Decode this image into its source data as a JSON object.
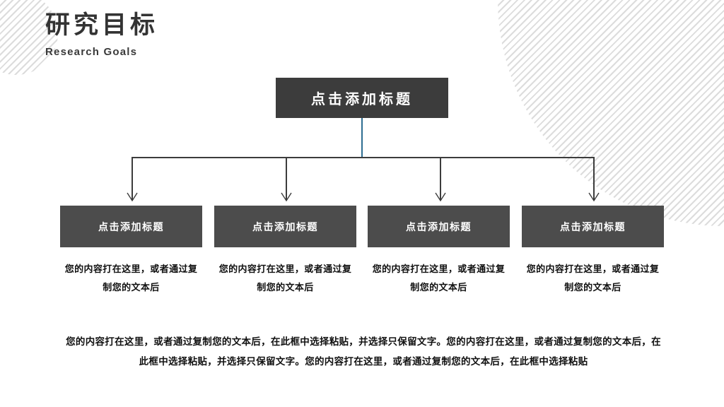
{
  "header": {
    "title": "研究目标",
    "subtitle": "Research Goals"
  },
  "theme": {
    "root_box_color": "#3c3c3c",
    "child_box_color": "#4c4c4c",
    "connector_vertical_color": "#2e6e92",
    "connector_line_color": "#3c3c3c",
    "text_on_dark": "#ffffff",
    "body_text_color": "#111111",
    "stripe_color": "#dcdcdc",
    "background": "#ffffff"
  },
  "diagram": {
    "type": "tree",
    "root": {
      "label": "点击添加标题"
    },
    "children": [
      {
        "label": "点击添加标题",
        "description": "您的内容打在这里，或者通过复制您的文本后"
      },
      {
        "label": "点击添加标题",
        "description": "您的内容打在这里，或者通过复制您的文本后"
      },
      {
        "label": "点击添加标题",
        "description": "您的内容打在这里，或者通过复制您的文本后"
      },
      {
        "label": "点击添加标题",
        "description": "您的内容打在这里，或者通过复制您的文本后"
      }
    ]
  },
  "footer": {
    "paragraph": "您的内容打在这里，或者通过复制您的文本后，在此框中选择粘贴，并选择只保留文字。您的内容打在这里，或者通过复制您的文本后，在此框中选择粘贴，并选择只保留文字。您的内容打在这里，或者通过复制您的文本后，在此框中选择粘贴"
  },
  "decorations": [
    {
      "name": "striped-circle-top-left"
    },
    {
      "name": "striped-circle-top-right"
    }
  ]
}
